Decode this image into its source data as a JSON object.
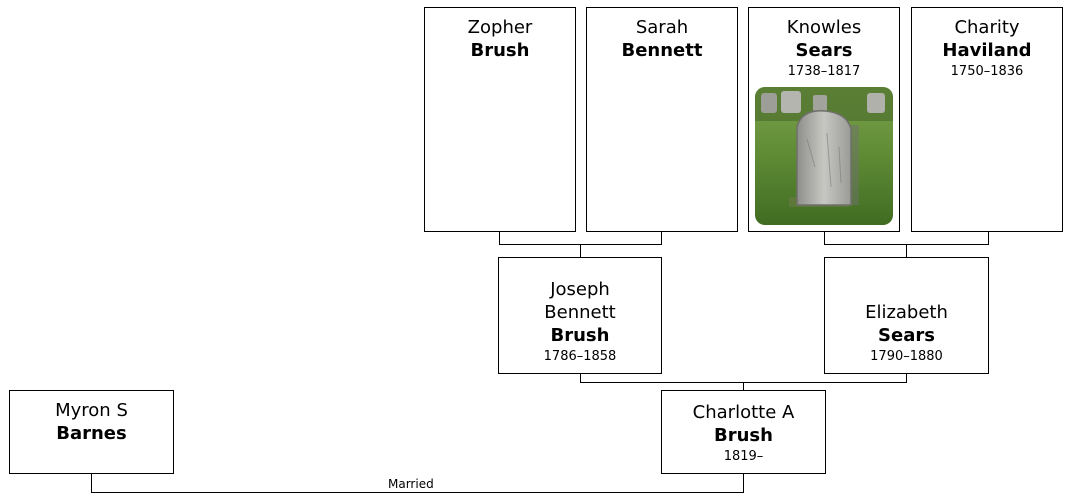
{
  "people": {
    "zopher": {
      "given": "Zopher",
      "surname": "Brush",
      "dates": ""
    },
    "sarah": {
      "given": "Sarah",
      "surname": "Bennett",
      "dates": ""
    },
    "knowles": {
      "given": "Knowles",
      "surname": "Sears",
      "dates": "1738–1817",
      "photo": "gravestone-photo"
    },
    "charity": {
      "given": "Charity",
      "surname": "Haviland",
      "dates": "1750–1836"
    },
    "joseph": {
      "given_1": "Joseph",
      "given_2": "Bennett",
      "surname": "Brush",
      "dates": "1786–1858"
    },
    "elizabeth": {
      "given": "Elizabeth",
      "surname": "Sears",
      "dates": "1790–1880"
    },
    "charlotte": {
      "given": "Charlotte A",
      "surname": "Brush",
      "dates": "1819–"
    },
    "myron": {
      "given": "Myron S",
      "surname": "Barnes",
      "dates": ""
    }
  },
  "relations": {
    "married_label": "Married"
  },
  "colors": {
    "border": "#000000",
    "background": "#ffffff"
  }
}
